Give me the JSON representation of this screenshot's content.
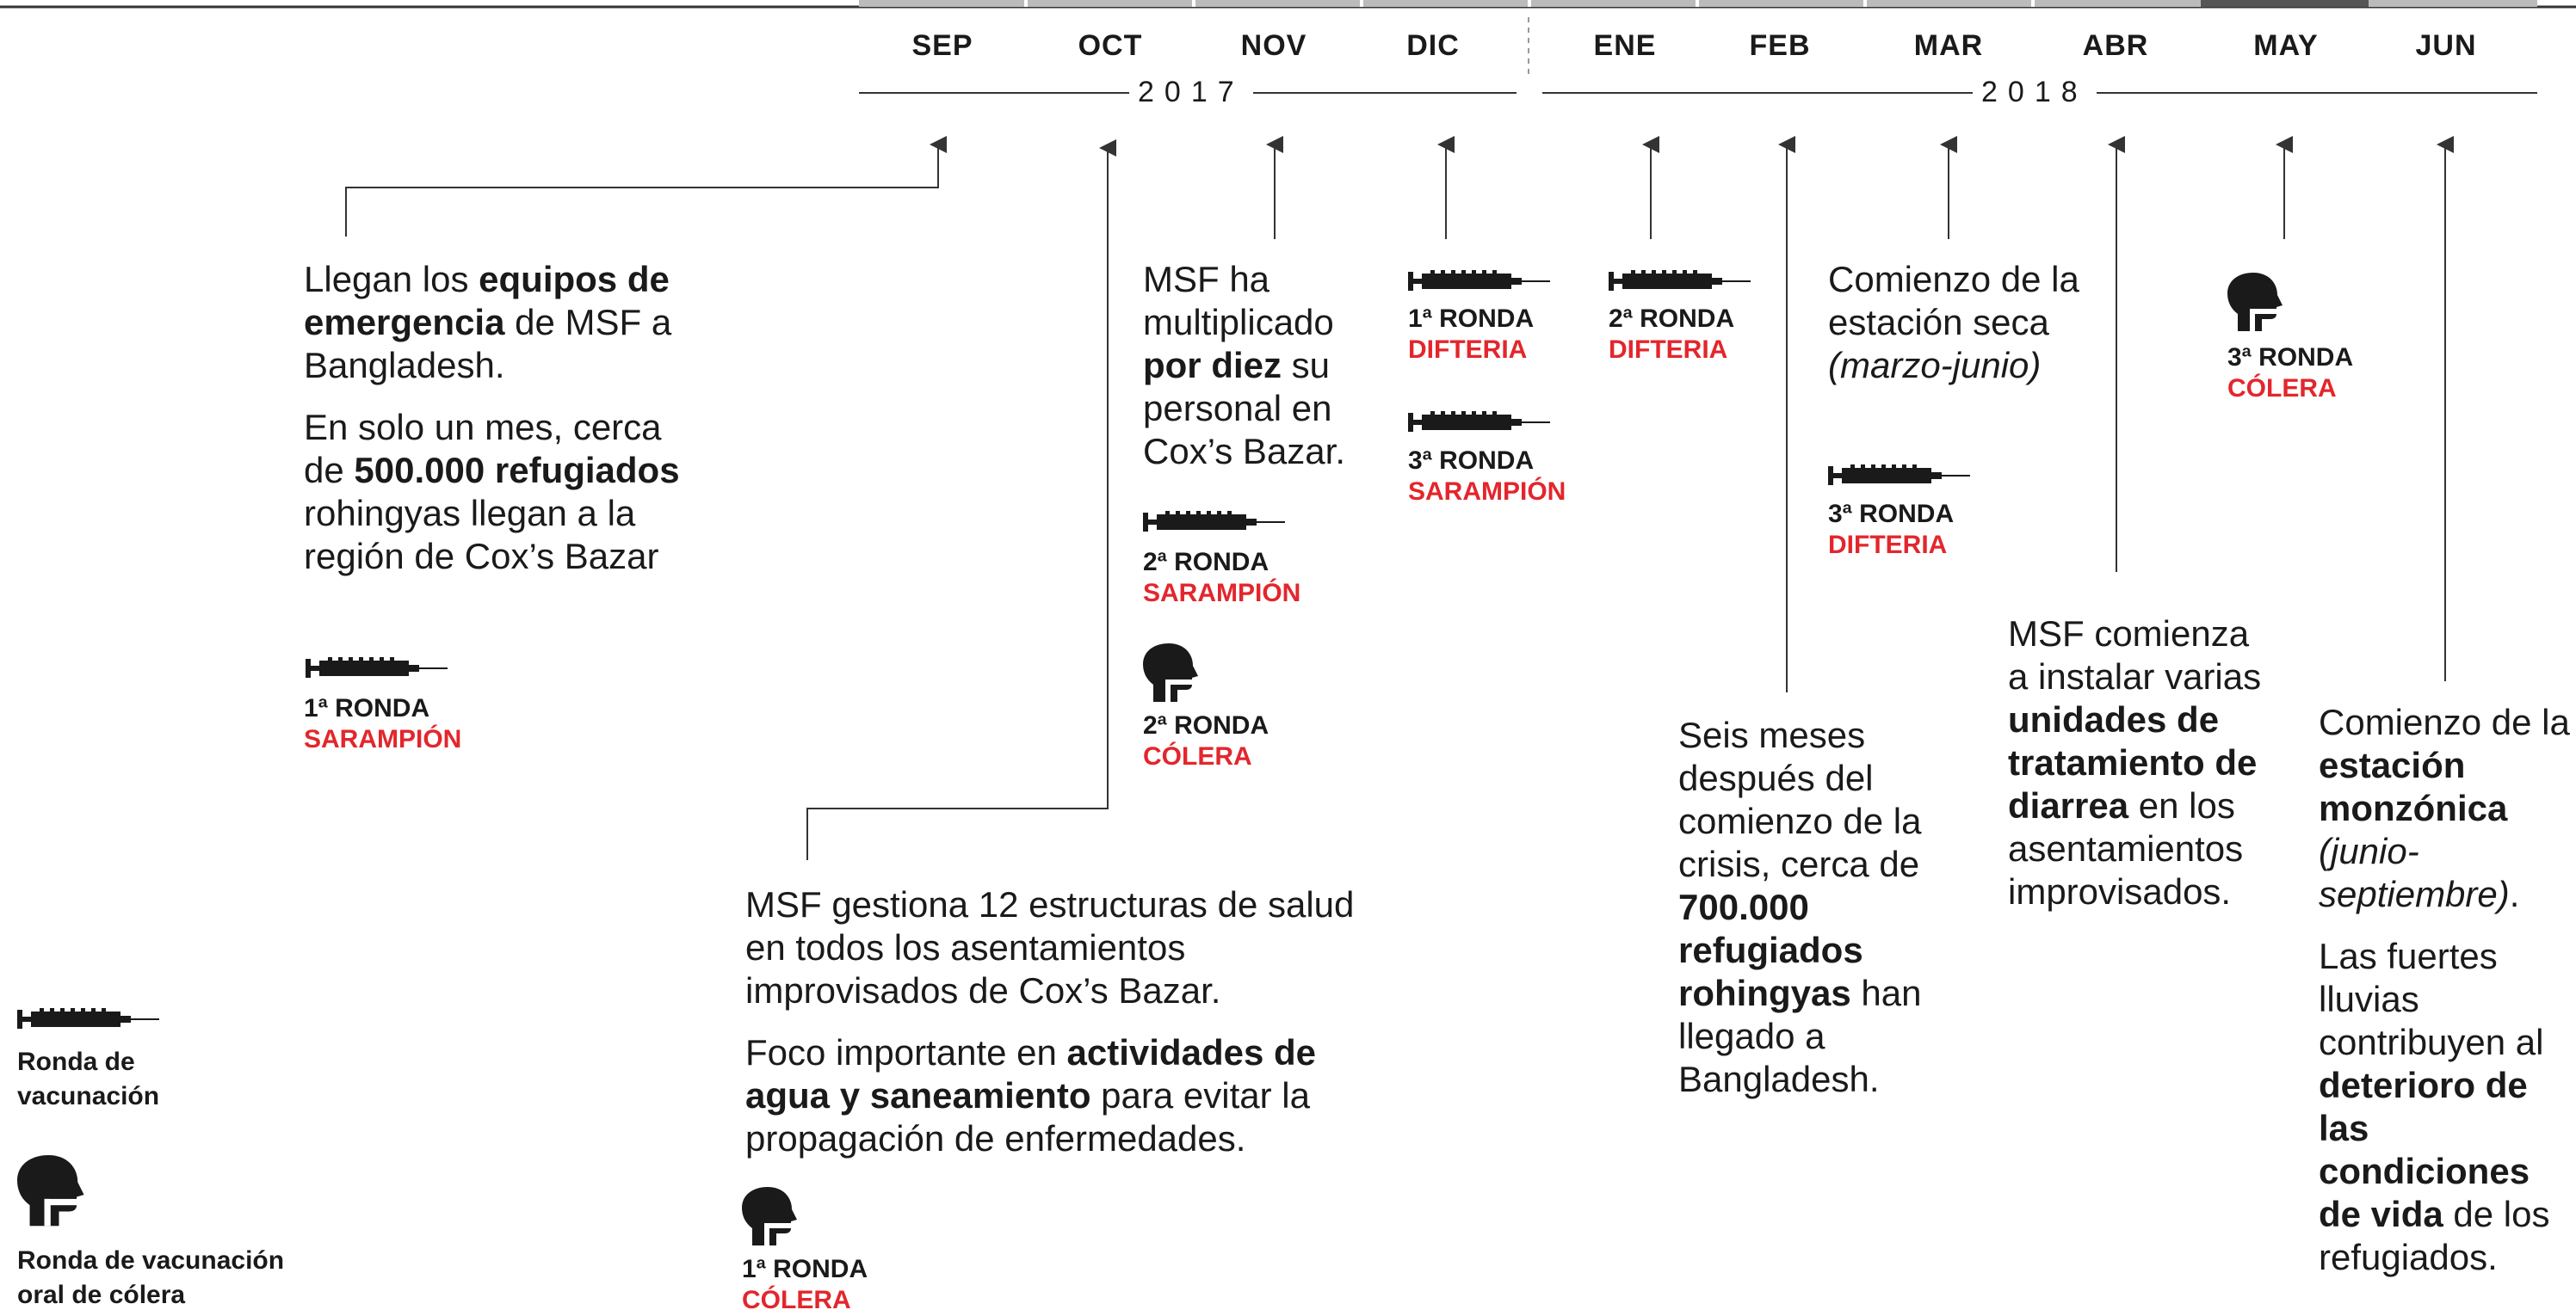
{
  "colors": {
    "accent": "#e3262c",
    "ink": "#1a1a1a",
    "line": "#333333"
  },
  "timeline": {
    "months": [
      "SEP",
      "OCT",
      "NOV",
      "DIC",
      "ENE",
      "FEB",
      "MAR",
      "ABR",
      "MAY",
      "JUN"
    ],
    "years": [
      "2017",
      "2018"
    ]
  },
  "events": {
    "sep": {
      "p1": [
        "Llegan los ",
        "equipos de emergencia",
        " de MSF a Bangladesh."
      ],
      "p2": [
        "En solo un mes, cerca de ",
        "500.000 refugiados",
        " rohingyas llegan a la región de Cox’s Bazar"
      ],
      "round": {
        "label": "1ª RONDA",
        "disease": "SARAMPIÓN",
        "icon": "syringe-icon"
      }
    },
    "oct": {
      "p1": "MSF gestiona 12 estructuras de salud en todos los asentamientos improvisados de Cox’s Bazar.",
      "p2": [
        "Foco importante en ",
        "actividades de agua y saneamiento",
        " para evitar la propagación de enfermedades."
      ],
      "round": {
        "label": "1ª RONDA",
        "disease": "CÓLERA",
        "icon": "head-icon"
      }
    },
    "nov": {
      "p1": [
        "MSF ha multiplicado ",
        "por diez",
        " su personal en Cox’s Bazar."
      ],
      "round1": {
        "label": "2ª RONDA",
        "disease": "SARAMPIÓN",
        "icon": "syringe-icon"
      },
      "round2": {
        "label": "2ª RONDA",
        "disease": "CÓLERA",
        "icon": "head-icon"
      }
    },
    "dic": {
      "round1": {
        "label": "1ª RONDA",
        "disease": "DIFTERIA",
        "icon": "syringe-icon"
      },
      "round2": {
        "label": "3ª RONDA",
        "disease": "SARAMPIÓN",
        "icon": "syringe-icon"
      }
    },
    "ene": {
      "round": {
        "label": "2ª RONDA",
        "disease": "DIFTERIA",
        "icon": "syringe-icon"
      }
    },
    "feb": {
      "p1": [
        "Seis meses después del comienzo de la crisis, cerca de ",
        "700.000 refugiados rohingyas",
        " han llegado a Bangladesh."
      ]
    },
    "mar": {
      "p1": [
        "Comienzo de la estación seca ",
        "(marzo-junio)"
      ],
      "round": {
        "label": "3ª RONDA",
        "disease": "DIFTERIA",
        "icon": "syringe-icon"
      }
    },
    "abr": {
      "p1": [
        "MSF comienza a instalar varias ",
        "unidades de tratamiento de diarrea",
        " en los asentamientos improvisados."
      ]
    },
    "may": {
      "round": {
        "label": "3ª RONDA",
        "disease": "CÓLERA",
        "icon": "head-icon"
      }
    },
    "jun": {
      "p1": [
        "Comienzo de la ",
        "estación monzónica",
        " ",
        "(junio-septiembre)",
        "."
      ],
      "p2": [
        "Las fuertes lluvias contribuyen al ",
        "deterioro de las condiciones de vida",
        " de los refugiados."
      ]
    }
  },
  "legend": {
    "syringe": {
      "icon": "syringe-icon",
      "text": "Ronda de vacunación"
    },
    "head": {
      "icon": "head-icon",
      "text": "Ronda de vacunación oral de cólera"
    }
  }
}
